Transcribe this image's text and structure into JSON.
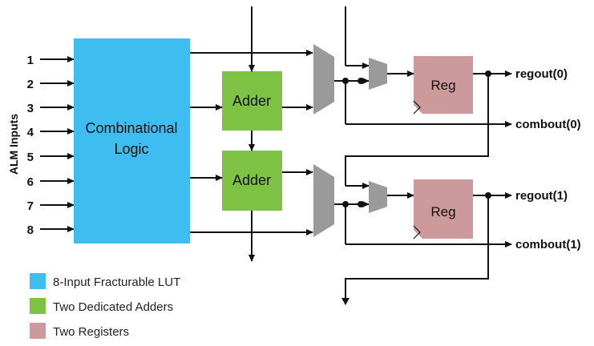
{
  "inputs": {
    "group_label": "ALM Inputs",
    "labels": [
      "1",
      "2",
      "3",
      "4",
      "5",
      "6",
      "7",
      "8"
    ]
  },
  "blocks": {
    "lut_label_line1": "Combinational",
    "lut_label_line2": "Logic",
    "adder_top_label": "Adder",
    "adder_bottom_label": "Adder",
    "reg_top_label": "Reg",
    "reg_bottom_label": "Reg"
  },
  "outputs": {
    "regout0": "regout(0)",
    "combout0": "combout(0)",
    "regout1": "regout(1)",
    "combout1": "combout(1)"
  },
  "legend": [
    {
      "label": "8-Input Fracturable LUT",
      "color": "#3dbdf0"
    },
    {
      "label": "Two Dedicated Adders",
      "color": "#7dc243"
    },
    {
      "label": "Two Registers",
      "color": "#cc9a9a"
    }
  ],
  "colors": {
    "lut": "#3dbdf0",
    "adder": "#7dc243",
    "register": "#cc9a9a",
    "mux": "#9a9a9a",
    "wire": "#111111"
  }
}
